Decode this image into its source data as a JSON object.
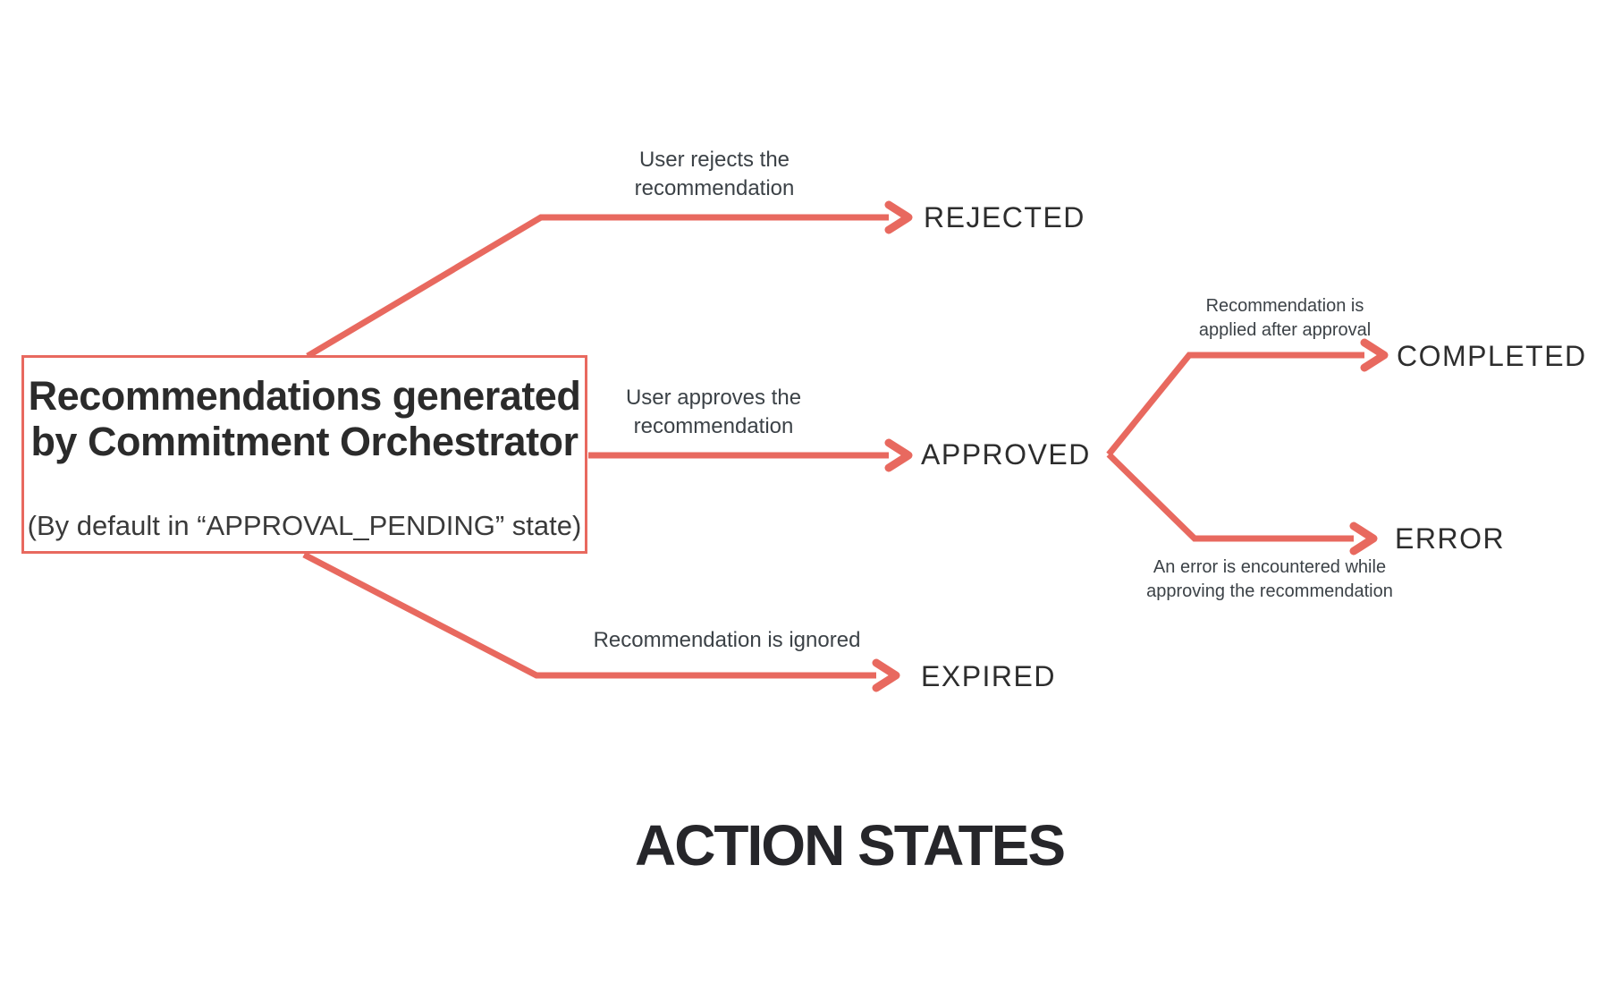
{
  "box": {
    "title_lines": [
      "Recommendations generated",
      "by Commitment Orchestrator"
    ],
    "subtitle": "(By default in “APPROVAL_PENDING” state)",
    "default_state": "APPROVAL_PENDING"
  },
  "states": {
    "rejected": "REJECTED",
    "approved": "APPROVED",
    "completed": "COMPLETED",
    "error": "ERROR",
    "expired": "EXPIRED"
  },
  "transitions": {
    "reject": {
      "from": "APPROVAL_PENDING",
      "to": "REJECTED",
      "lines": [
        "User rejects the",
        "recommendation"
      ]
    },
    "approve": {
      "from": "APPROVAL_PENDING",
      "to": "APPROVED",
      "lines": [
        "User approves the",
        "recommendation"
      ]
    },
    "expire": {
      "from": "APPROVAL_PENDING",
      "to": "EXPIRED",
      "lines": [
        "Recommendation is ignored"
      ]
    },
    "complete": {
      "from": "APPROVED",
      "to": "COMPLETED",
      "lines": [
        "Recommendation is",
        "applied after approval"
      ]
    },
    "error": {
      "from": "APPROVED",
      "to": "ERROR",
      "lines": [
        "An error is encountered while",
        "approving the recommendation"
      ]
    }
  },
  "caption": "ACTION STATES",
  "colors": {
    "accent": "#e8695f",
    "ink": "#2b2b2b",
    "label_gray": "#3c4247"
  }
}
